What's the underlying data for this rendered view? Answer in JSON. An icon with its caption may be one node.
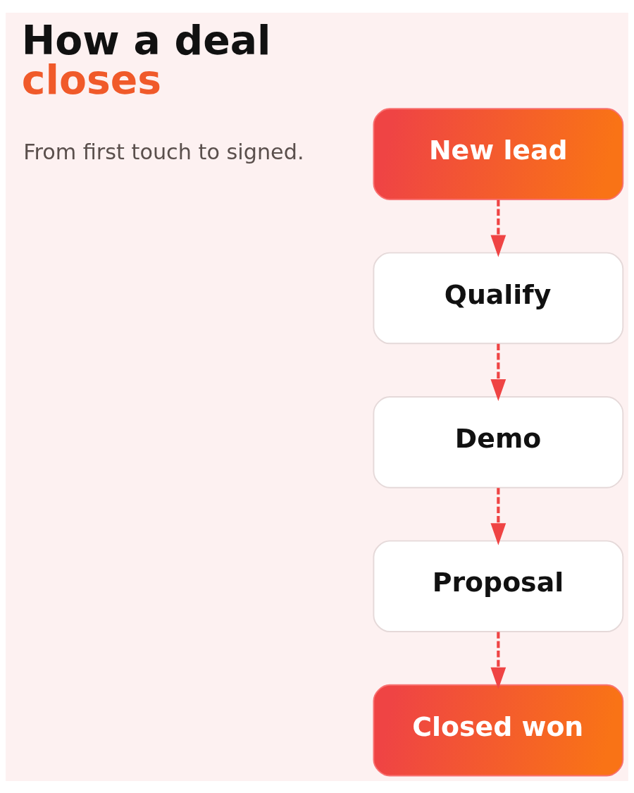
{
  "diagram": {
    "title": "How a deal closes",
    "nodes": [
      {
        "text": [
          "New lead"
        ]
      },
      {
        "text": [
          "Qualify"
        ]
      },
      {
        "text": [
          "Demo"
        ]
      },
      {
        "text": [
          "Proposal"
        ]
      },
      {
        "text": [
          "Closed won"
        ]
      }
    ],
    "edges": [
      {
        "from": 0,
        "to": 1,
        "arrow": "to",
        "style": "dashed"
      },
      {
        "from": 1,
        "to": 2,
        "arrow": "to",
        "style": "dashed"
      },
      {
        "from": 2,
        "to": 3,
        "arrow": "to",
        "style": "dashed"
      },
      {
        "from": 3,
        "to": 4,
        "arrow": "to",
        "style": "dashed"
      }
    ],
    "labels": [
      "From first touch to signed."
    ]
  }
}
